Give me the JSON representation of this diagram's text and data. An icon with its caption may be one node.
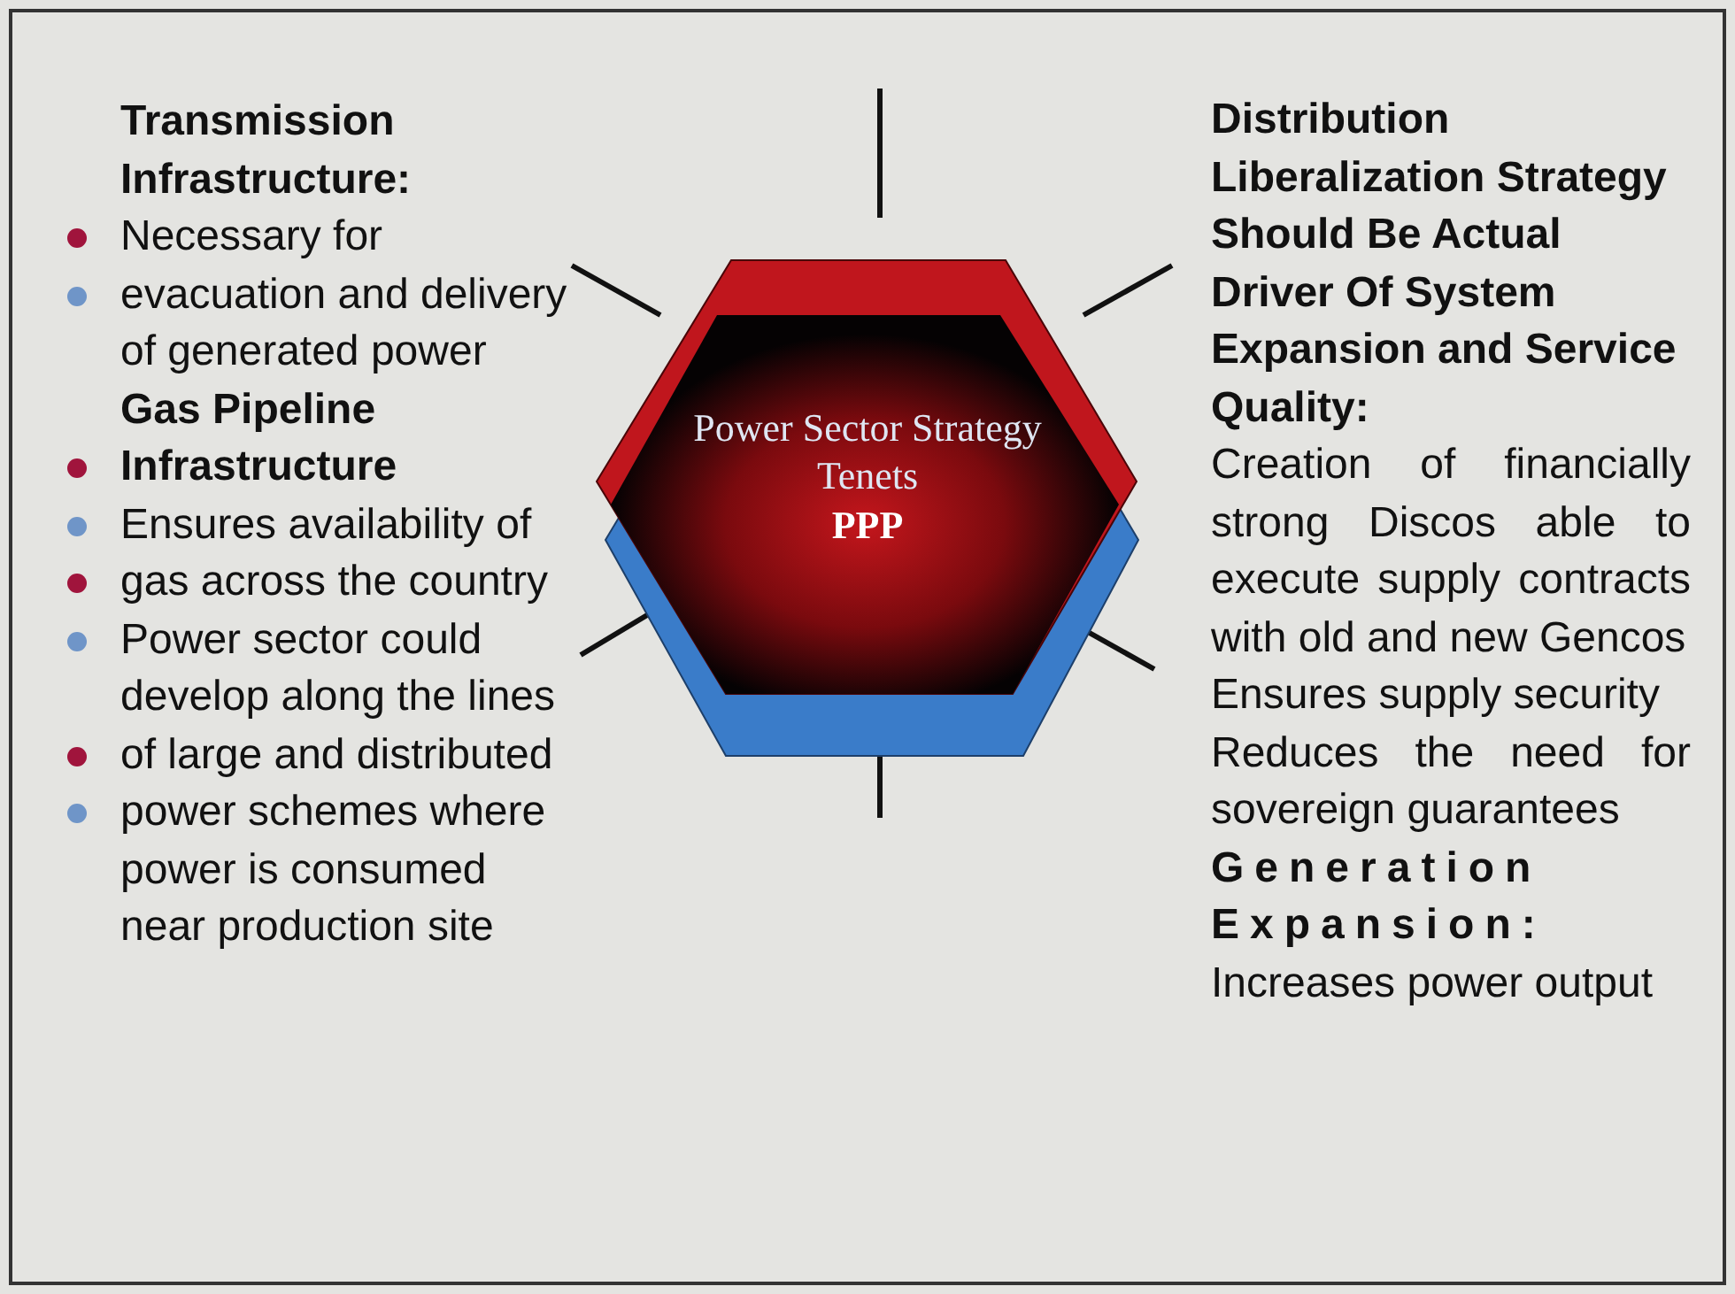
{
  "diagram": {
    "nodes": [
      {
        "text": [
          "Power Sector Strategy Tenets",
          "PPP"
        ]
      }
    ],
    "labels": [
      "Transmission Infrastructure:",
      "Necessary for evacuation and delivery of generated power",
      "Gas Pipeline Infrastructure",
      "Ensures availability of gas across the country",
      "Power sector could develop along the lines of large and distributed power schemes where power is consumed near production site",
      "Distribution Liberalization Strategy Should Be Actual Driver Of System Expansion and Service Quality:",
      "Creation of financially strong Discos able to execute supply contracts with old and new Gencos",
      "Ensures supply security",
      "Reduces the need for sovereign guarantees",
      "Generation Expansion:",
      "Increases power output"
    ]
  }
}
